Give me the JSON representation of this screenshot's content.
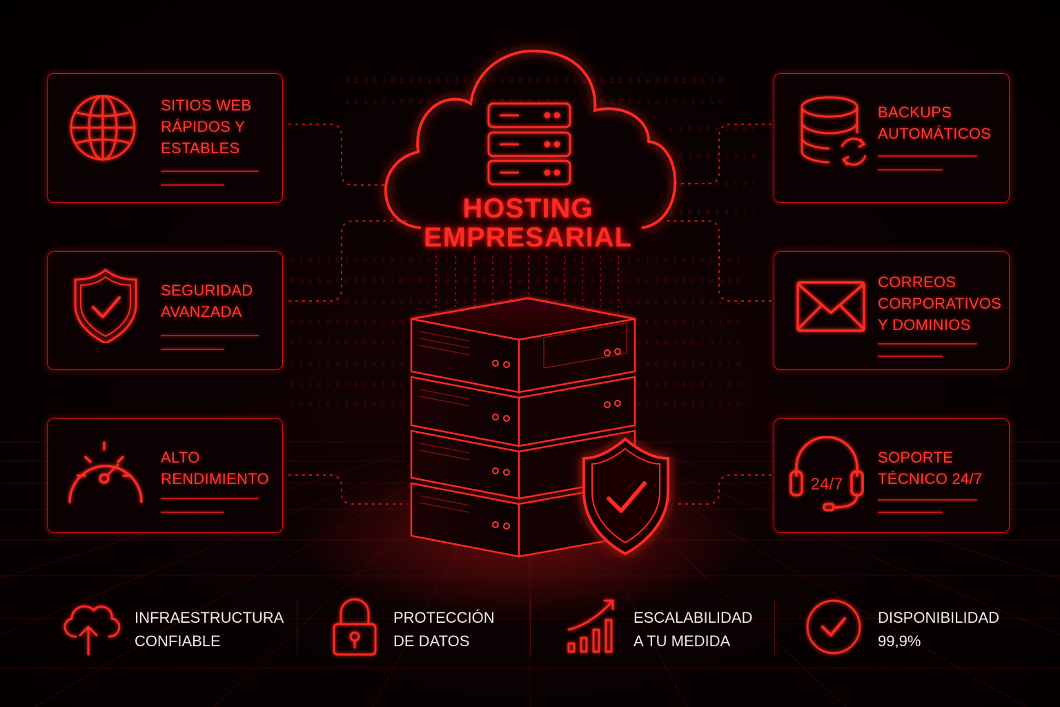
{
  "title": {
    "line1": "HOSTING",
    "line2": "EMPRESARIAL"
  },
  "cards": {
    "websites": {
      "line1": "SITIOS WEB",
      "line2": "RÁPIDOS Y",
      "line3": "ESTABLES",
      "icon": "globe-icon"
    },
    "security": {
      "line1": "SEGURIDAD",
      "line2": "AVANZADA",
      "icon": "shield-check-icon"
    },
    "performance": {
      "line1": "ALTO",
      "line2": "RENDIMIENTO",
      "icon": "speedometer-icon"
    },
    "backups": {
      "line1": "BACKUPS",
      "line2": "AUTOMÁTICOS",
      "icon": "database-sync-icon"
    },
    "email": {
      "line1": "CORREOS",
      "line2": "CORPORATIVOS",
      "line3": "Y DOMINIOS",
      "icon": "envelope-icon"
    },
    "support": {
      "line1": "SOPORTE",
      "line2": "TÉCNICO 24/7",
      "icon": "headset-icon",
      "badge": "24/7"
    }
  },
  "features": {
    "infra": {
      "line1": "INFRAESTRUCTURA",
      "line2": "CONFIABLE",
      "icon": "cloud-upload-icon"
    },
    "protection": {
      "line1": "PROTECCIÓN",
      "line2": "DE DATOS",
      "icon": "padlock-icon"
    },
    "scalability": {
      "line1": "ESCALABILIDAD",
      "line2": "A TU MEDIDA",
      "icon": "growth-chart-icon"
    },
    "availability": {
      "line1": "DISPONIBILIDAD",
      "line2": "99,9%",
      "icon": "check-circle-icon"
    }
  },
  "colors": {
    "accent": "#ff2a22",
    "border": "#c8161c",
    "background": "#050000",
    "text_light": "#f3e9e9"
  }
}
